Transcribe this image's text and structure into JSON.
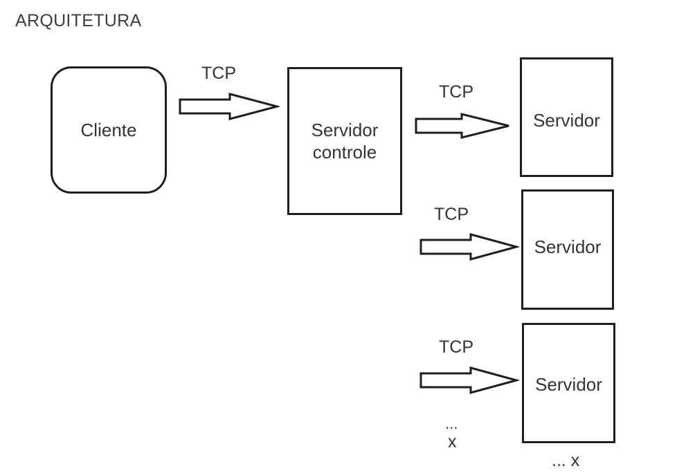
{
  "title": "ARQUITETURA",
  "nodes": {
    "cliente": {
      "label": "Cliente"
    },
    "servidor_controle": {
      "line1": "Servidor",
      "line2": "controle"
    },
    "servidores": [
      {
        "label": "Servidor"
      },
      {
        "label": "Servidor"
      },
      {
        "label": "Servidor"
      }
    ]
  },
  "edges": [
    {
      "protocol": "TCP"
    },
    {
      "protocol": "TCP"
    },
    {
      "protocol": "TCP"
    },
    {
      "protocol": "TCP"
    }
  ],
  "ellipsis_left": {
    "dots": "...",
    "count": "x"
  },
  "ellipsis_bottom": {
    "text": "... x"
  },
  "colors": {
    "stroke": "#1e1e1e",
    "text": "#333333"
  }
}
